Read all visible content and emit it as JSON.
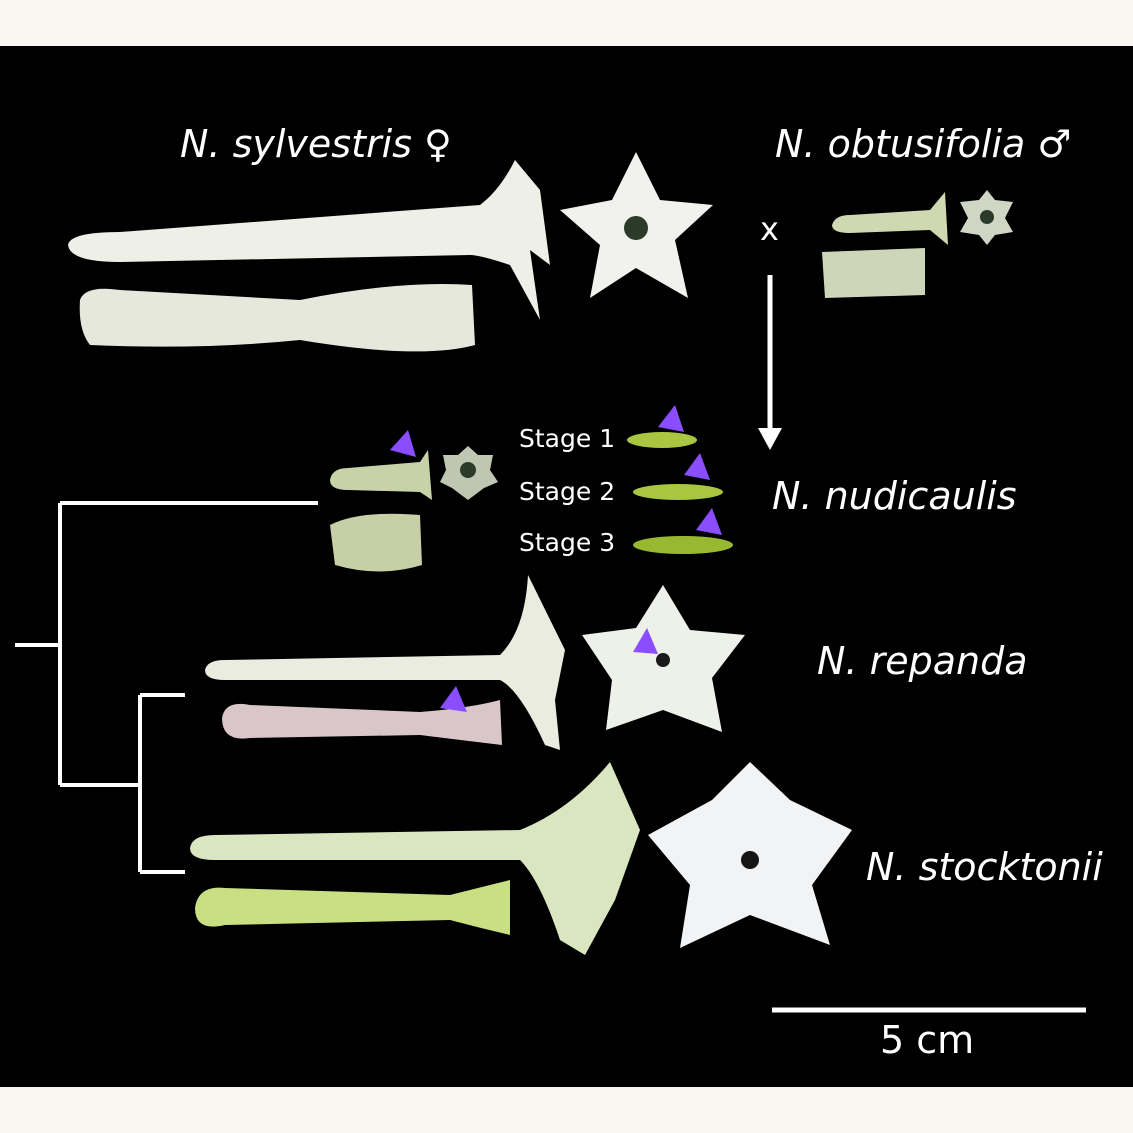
{
  "species": {
    "sylvestris": "N. sylvestris ♀",
    "obtusifolia": "N. obtusifolia ♂",
    "nudicaulis": "N. nudicaulis",
    "repanda": "N. repanda",
    "stocktonii": "N. stocktonii"
  },
  "cross_symbol": "x",
  "stages": [
    "Stage 1",
    "Stage 2",
    "Stage 3"
  ],
  "scale_bar": {
    "label": "5 cm"
  },
  "colors": {
    "background": "#000000",
    "margin": "#f9f6f2",
    "arrowhead": "#8a4dff",
    "petal": "#eef0e8",
    "tube_green": "#b8cf7a"
  }
}
